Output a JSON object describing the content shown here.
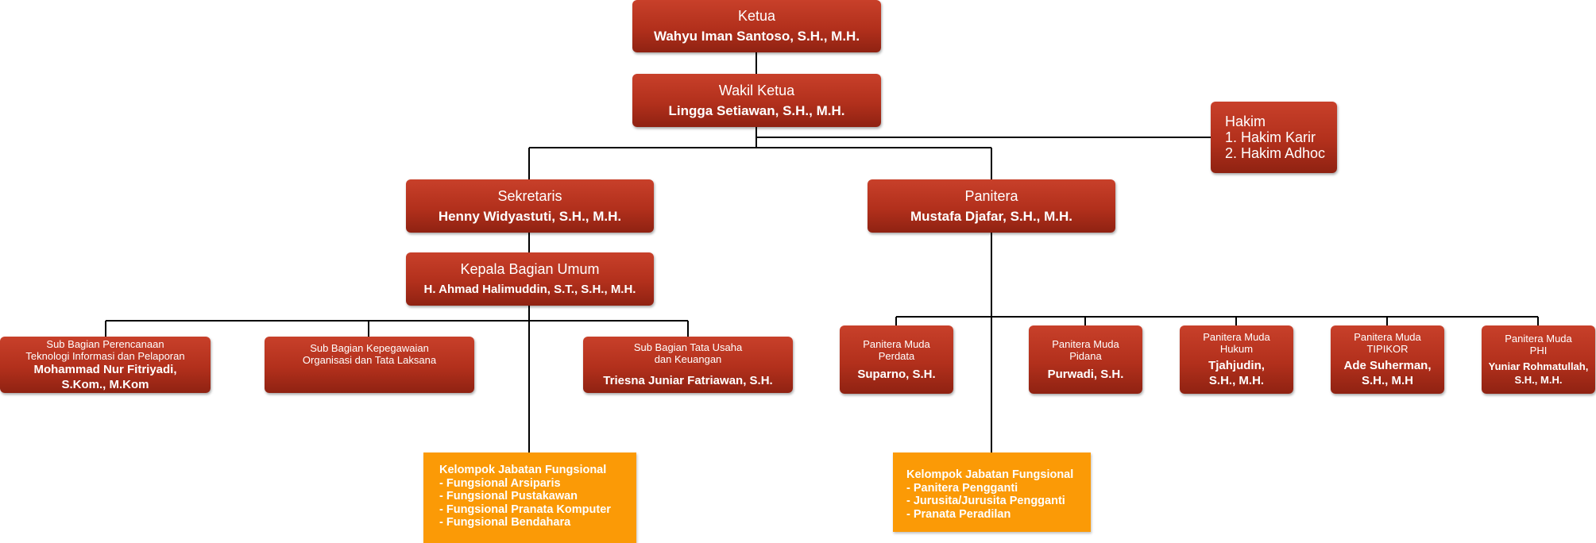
{
  "ketua": {
    "title": "Ketua",
    "name": "Wahyu Iman Santoso, S.H., M.H."
  },
  "wakil_ketua": {
    "title": "Wakil Ketua",
    "name": "Lingga Setiawan, S.H., M.H."
  },
  "hakim": {
    "title": "Hakim",
    "items": [
      "1. Hakim Karir",
      "2. Hakim Adhoc"
    ]
  },
  "sekretaris": {
    "title": "Sekretaris",
    "name": "Henny Widyastuti, S.H., M.H."
  },
  "panitera": {
    "title": "Panitera",
    "name": "Mustafa Djafar, S.H., M.H."
  },
  "kabag_umum": {
    "title": "Kepala Bagian Umum",
    "name": "H. Ahmad Halimuddin, S.T., S.H., M.H."
  },
  "subbag": [
    {
      "title_lines": [
        "Sub Bagian Perencanaan",
        "Teknologi Informasi dan Pelaporan"
      ],
      "name_lines": [
        "Mohammad Nur Fitriyadi,",
        "S.Kom., M.Kom"
      ]
    },
    {
      "title_lines": [
        "Sub Bagian Kepegawaian",
        "Organisasi dan Tata Laksana"
      ],
      "name_lines": []
    },
    {
      "title_lines": [
        "Sub Bagian Tata Usaha",
        "dan Keuangan"
      ],
      "name_lines": [
        "Triesna Juniar Fatriawan, S.H."
      ]
    }
  ],
  "panmud": [
    {
      "title_lines": [
        "Panitera Muda",
        "Perdata"
      ],
      "name_lines": [
        "Suparno, S.H."
      ]
    },
    {
      "title_lines": [
        "Panitera Muda",
        "Pidana"
      ],
      "name_lines": [
        "Purwadi, S.H."
      ]
    },
    {
      "title_lines": [
        "Panitera Muda",
        "Hukum"
      ],
      "name_lines": [
        "Tjahjudin,",
        "S.H., M.H."
      ]
    },
    {
      "title_lines": [
        "Panitera Muda",
        "TIPIKOR"
      ],
      "name_lines": [
        "Ade Suherman,",
        "S.H., M.H"
      ]
    },
    {
      "title_lines": [
        "Panitera Muda",
        "PHI"
      ],
      "name_lines": [
        "Yuniar Rohmatullah,",
        "S.H., M.H."
      ]
    }
  ],
  "fungsional_sekretaris": {
    "lines": [
      "Kelompok Jabatan Fungsional",
      "- Fungsional Arsiparis",
      "- Fungsional Pustakawan",
      "- Fungsional Pranata Komputer",
      "- Fungsional Bendahara"
    ]
  },
  "fungsional_panitera": {
    "lines": [
      "Kelompok Jabatan Fungsional",
      "- Panitera Pengganti",
      "- Jurusita/Jurusita Pengganti",
      "- Pranata Peradilan"
    ]
  },
  "colors": {
    "box_red": "#b2301c",
    "box_orange": "#fb9a06",
    "line": "#000000"
  }
}
